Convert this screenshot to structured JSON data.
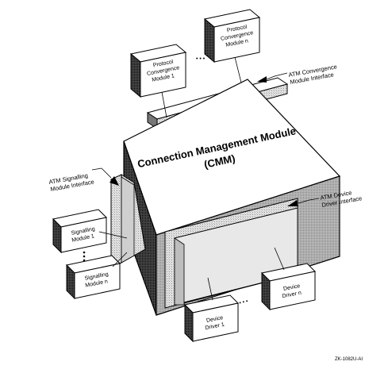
{
  "cmm": {
    "title_line1": "Connection Management Module",
    "title_line2": "(CMM)"
  },
  "protocol_modules": [
    {
      "line1": "Protocol",
      "line2": "Convergence",
      "line3": "Module 1"
    },
    {
      "line1": "Protocol",
      "line2": "Convergence",
      "line3": "Module n"
    }
  ],
  "signalling_modules": [
    {
      "line1": "Signalling",
      "line2": "Module 1"
    },
    {
      "line1": "Signalling",
      "line2": "Module n"
    }
  ],
  "device_drivers": [
    {
      "line1": "Device",
      "line2": "Driver 1"
    },
    {
      "line1": "Device",
      "line2": "Driver n"
    }
  ],
  "interfaces": {
    "convergence": {
      "line1": "ATM Convergence",
      "line2": "Module Interface"
    },
    "signalling": {
      "line1": "ATM Signalling",
      "line2": "Module Interface"
    },
    "device": {
      "line1": "ATM Device",
      "line2": "Driver Interface"
    }
  },
  "ellipsis": "• • •",
  "figure_id": "ZK-1082U-AI"
}
